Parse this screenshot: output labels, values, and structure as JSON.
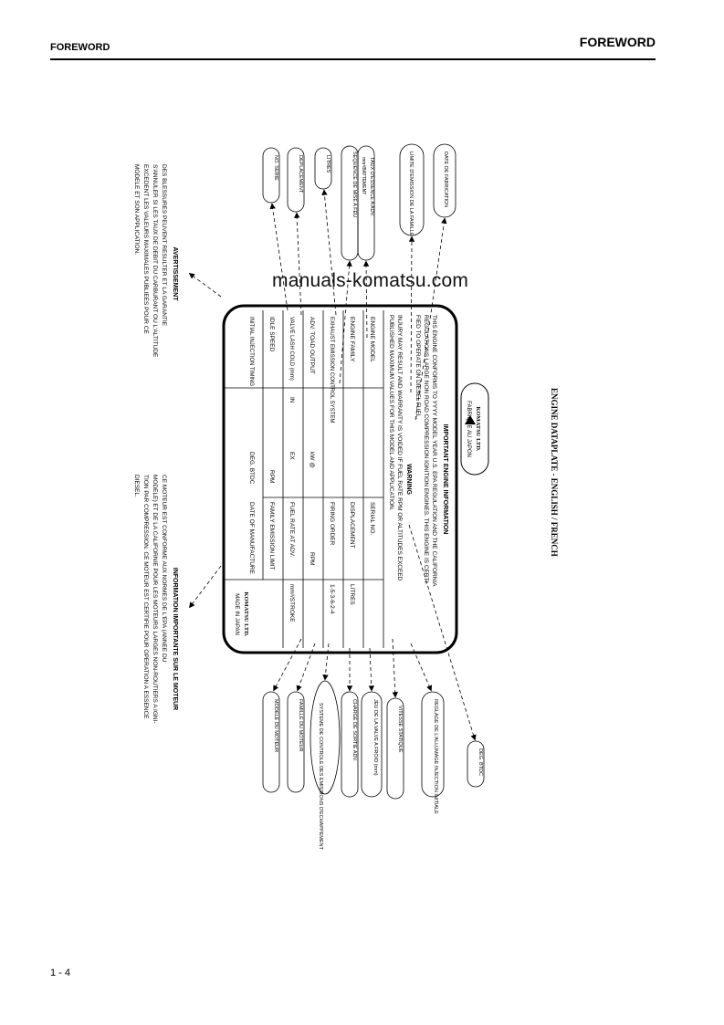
{
  "header": {
    "left": "FOREWORD",
    "right": "FOREWORD"
  },
  "watermark": "manuals-komatsu.com",
  "page_number": "1 - 4",
  "caption": "ENGINE DATAPLATE - ENGLISH / FRENCH",
  "avertissement": {
    "title": "AVERTISSEMENT",
    "lines": [
      "DES BLESSURES PEUVENT RESULTER ET LA GARANTIE",
      "S'ANNULER SI LES TAUX DE DEBIT DU CARBURANT OU L'ALTITUDE",
      "EXCEDENT LES VALEURS MAXIMALES PUBLIEES POUR CE",
      "MODELE ET SON APPLICATION."
    ]
  },
  "information_fr": {
    "title": "INFORMATION IMPORTANTE SUR LE MOTEUR",
    "lines": [
      "CE MOTEUR EST CONFORME AUX NORMES DE L'EPA (ANNEE DU",
      "MODELE) ET DE LA CALIFORNIE POUR LES MOTEURS LARGES NON-ROUTIERS A IGNI-",
      "TION PAR COMPRESSION. CE MOTEUR EST CERTIFIE POUR OPERATION A ESSENCE",
      "DIESEL."
    ]
  },
  "plate": {
    "title": "IMPORTANT ENGINE INFORMATION",
    "conform_lines": [
      "THIS ENGINE CONFORMS TO YYYY MODEL YEAR U.S. EPA REGULATION AND THE CALIFORNIA",
      "REGULATIONS LARGE NON ROAD COMPRESSION IGNITION ENGINES. THIS ENGINE IS CERTI-",
      "FIED TO OPERATE ON DIESEL FUEL."
    ],
    "warning_title": "WARNING",
    "warning_lines": [
      "INJURY MAY RESULT AND WARRANTY IS VOIDED IF FUEL RATE RPM OR ALTITUDES EXCEED",
      "PUBLISHED MAXIMUM VALUES FOR THIS MODEL AND APPLICATION."
    ],
    "rows": [
      [
        "ENGINE MODEL",
        "SERIAL NO."
      ],
      [
        "ENGINE FAMILY",
        "DISPLACEMENT",
        "LITRES"
      ],
      [
        "EXHAUST EMISSION CONTROL SYSTEM",
        "FIRING ORDER",
        "1-5-3-6-2-4"
      ],
      [
        "ADV. TOAD OUTPUT",
        "kW @",
        "RPM"
      ],
      [
        "VALVE LASH COLD (mm)",
        "IN",
        "EX",
        "FUEL RATE AT ADV.",
        "mm³/STROKE"
      ],
      [
        "IDLE SPEED",
        "RPM",
        "FAMILY EMISSION LIMIT"
      ],
      [
        "INITIAL INJECTION TIMING",
        "DEG. BTDC",
        "DATE OF MANUFACTURE"
      ]
    ],
    "brand": "KOMATSU LTD.",
    "made_in": "MADE IN JAPAN"
  },
  "brand_box": {
    "l1": "KOMATSU LTD.",
    "l2": "FABRIQUE AU JAPON"
  },
  "right_labels": [
    "NO. SERIE",
    "DEPLACEMENT",
    "LITRES",
    "SEQUENCE DE MISE A FEU",
    "mm³/BATTEMENT",
    "TAUX D'ESSENCE A ADV.",
    "LIMITE D'EMISSION DE LA FAMILLE",
    "DATE DE FABRICATION"
  ],
  "left_labels": [
    "MODELE DU MOTEUR",
    "FAMILLE DU MOTEUR",
    "SYSTEME DE CONTROLE DES EMISSIONS D'ECHAPPEMENT",
    "CHARGE DE SORTIE ADV.",
    "JEU DE LA VALVE A FROID (mm)",
    "VITESSE STATIQUE",
    "REGLAGE DE L'ALLUMAGE INJECTION INITIALE",
    "DEG. BTDC"
  ]
}
